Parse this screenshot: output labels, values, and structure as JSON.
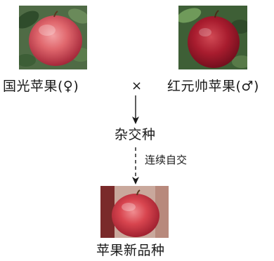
{
  "parent_female": {
    "label": "国光苹果(♀)"
  },
  "parent_male": {
    "label": "红元帅苹果(♂)"
  },
  "cross_symbol": "×",
  "hybrid": {
    "label": "杂交种"
  },
  "selfing_step": {
    "label": "连续自交"
  },
  "offspring": {
    "label": "苹果新品种"
  },
  "colors": {
    "arrow": "#1a1a1a",
    "apple_red": "#c8283a",
    "leaf_green": "#3f6a35"
  }
}
